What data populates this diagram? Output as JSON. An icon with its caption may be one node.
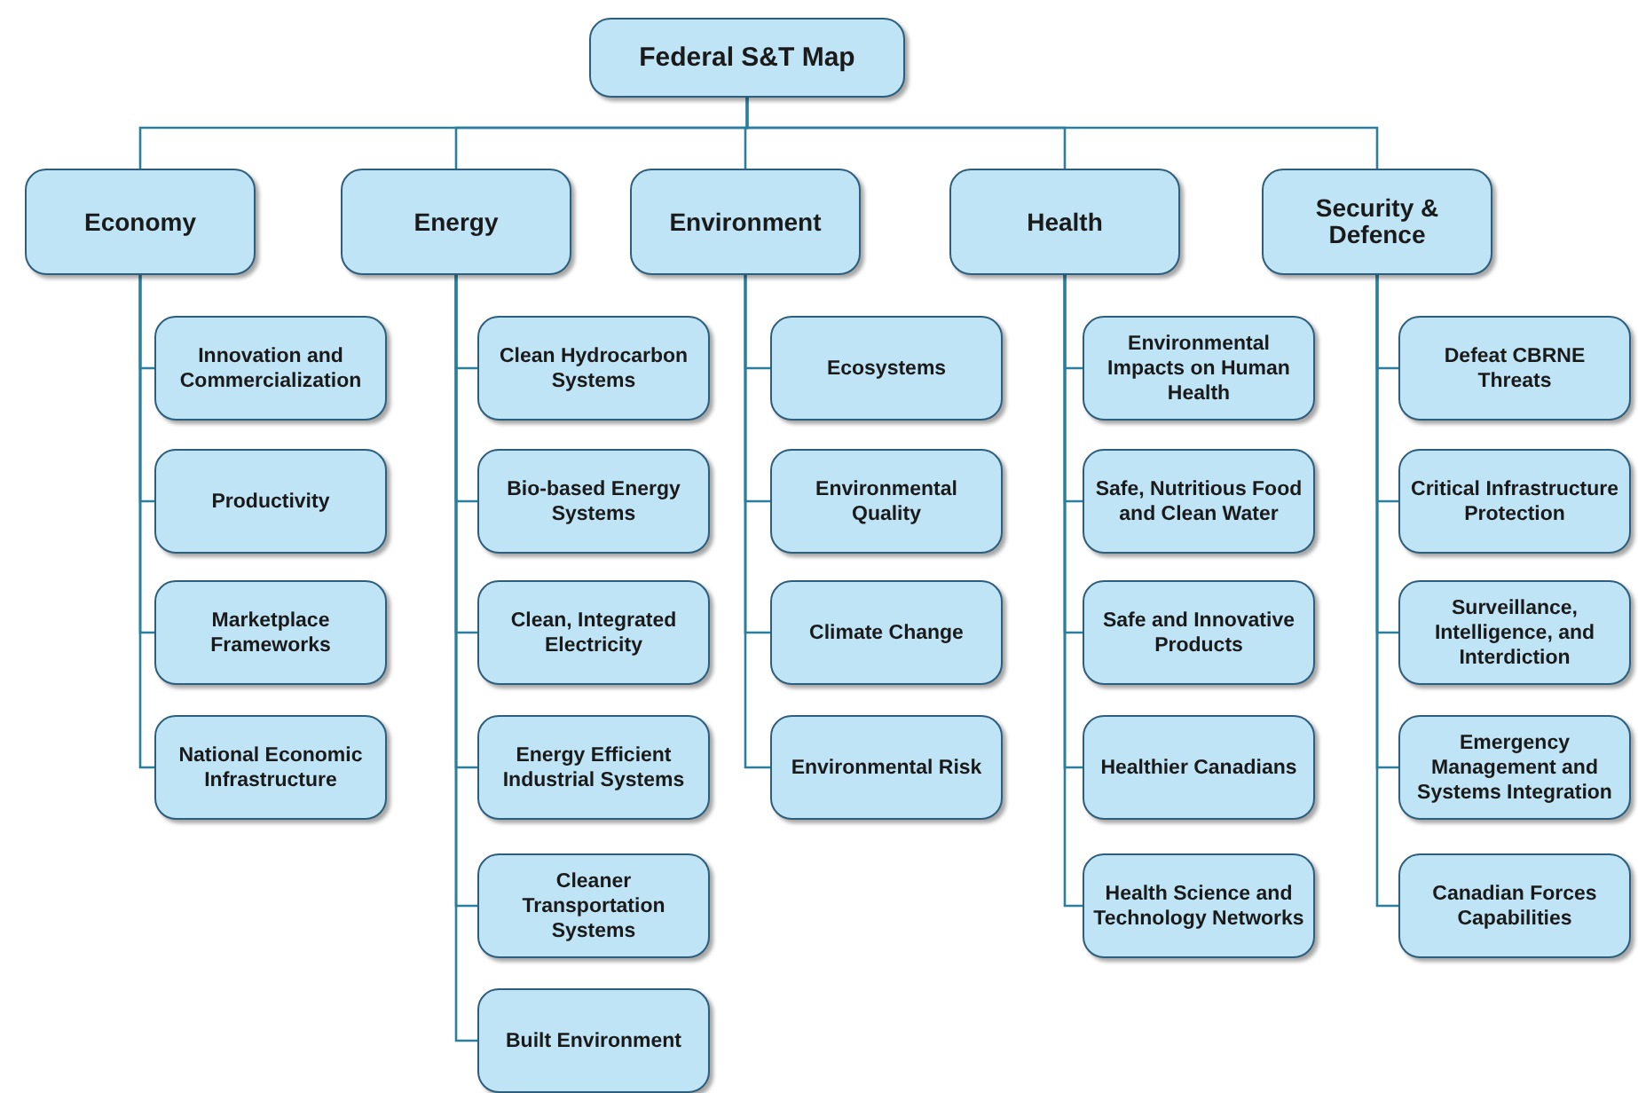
{
  "diagram": {
    "nodes": [
      {
        "text": [
          "Federal S&T Map"
        ]
      },
      {
        "text": [
          "Economy"
        ]
      },
      {
        "text": [
          "Energy"
        ]
      },
      {
        "text": [
          "Environment"
        ]
      },
      {
        "text": [
          "Health"
        ]
      },
      {
        "text": [
          "Security & Defence"
        ]
      },
      {
        "text": [
          "Innovation and Commercialization"
        ]
      },
      {
        "text": [
          "Productivity"
        ]
      },
      {
        "text": [
          "Marketplace Frameworks"
        ]
      },
      {
        "text": [
          "National Economic Infrastructure"
        ]
      },
      {
        "text": [
          "Clean Hydrocarbon Systems"
        ]
      },
      {
        "text": [
          "Bio-based Energy Systems"
        ]
      },
      {
        "text": [
          "Clean, Integrated Electricity"
        ]
      },
      {
        "text": [
          "Energy Efficient Industrial Systems"
        ]
      },
      {
        "text": [
          "Cleaner Transportation Systems"
        ]
      },
      {
        "text": [
          "Built Environment"
        ]
      },
      {
        "text": [
          "Ecosystems"
        ]
      },
      {
        "text": [
          "Environmental Quality"
        ]
      },
      {
        "text": [
          "Climate Change"
        ]
      },
      {
        "text": [
          "Environmental Risk"
        ]
      },
      {
        "text": [
          "Environmental Impacts on Human Health"
        ]
      },
      {
        "text": [
          "Safe, Nutritious Food and Clean Water"
        ]
      },
      {
        "text": [
          "Safe and Innovative Products"
        ]
      },
      {
        "text": [
          "Healthier Canadians"
        ]
      },
      {
        "text": [
          "Health Science and Technology Networks"
        ]
      },
      {
        "text": [
          "Defeat CBRNE Threats"
        ]
      },
      {
        "text": [
          "Critical Infrastructure Protection"
        ]
      },
      {
        "text": [
          "Surveillance, Intelligence, and Interdiction"
        ]
      },
      {
        "text": [
          "Emergency Management and Systems Integration"
        ]
      },
      {
        "text": [
          "Canadian Forces Capabilities"
        ]
      }
    ],
    "edges": [
      {
        "from": 0,
        "to": 1,
        "arrow": "none"
      },
      {
        "from": 0,
        "to": 2,
        "arrow": "none"
      },
      {
        "from": 0,
        "to": 3,
        "arrow": "none"
      },
      {
        "from": 0,
        "to": 4,
        "arrow": "none"
      },
      {
        "from": 0,
        "to": 5,
        "arrow": "none"
      },
      {
        "from": 1,
        "to": 6,
        "arrow": "none"
      },
      {
        "from": 1,
        "to": 7,
        "arrow": "none"
      },
      {
        "from": 1,
        "to": 8,
        "arrow": "none"
      },
      {
        "from": 1,
        "to": 9,
        "arrow": "none"
      },
      {
        "from": 2,
        "to": 10,
        "arrow": "none"
      },
      {
        "from": 2,
        "to": 11,
        "arrow": "none"
      },
      {
        "from": 2,
        "to": 12,
        "arrow": "none"
      },
      {
        "from": 2,
        "to": 13,
        "arrow": "none"
      },
      {
        "from": 2,
        "to": 14,
        "arrow": "none"
      },
      {
        "from": 2,
        "to": 15,
        "arrow": "none"
      },
      {
        "from": 3,
        "to": 16,
        "arrow": "none"
      },
      {
        "from": 3,
        "to": 17,
        "arrow": "none"
      },
      {
        "from": 3,
        "to": 18,
        "arrow": "none"
      },
      {
        "from": 3,
        "to": 19,
        "arrow": "none"
      },
      {
        "from": 4,
        "to": 20,
        "arrow": "none"
      },
      {
        "from": 4,
        "to": 21,
        "arrow": "none"
      },
      {
        "from": 4,
        "to": 22,
        "arrow": "none"
      },
      {
        "from": 4,
        "to": 23,
        "arrow": "none"
      },
      {
        "from": 4,
        "to": 24,
        "arrow": "none"
      },
      {
        "from": 5,
        "to": 25,
        "arrow": "none"
      },
      {
        "from": 5,
        "to": 26,
        "arrow": "none"
      },
      {
        "from": 5,
        "to": 27,
        "arrow": "none"
      },
      {
        "from": 5,
        "to": 28,
        "arrow": "none"
      },
      {
        "from": 5,
        "to": 29,
        "arrow": "none"
      }
    ]
  }
}
